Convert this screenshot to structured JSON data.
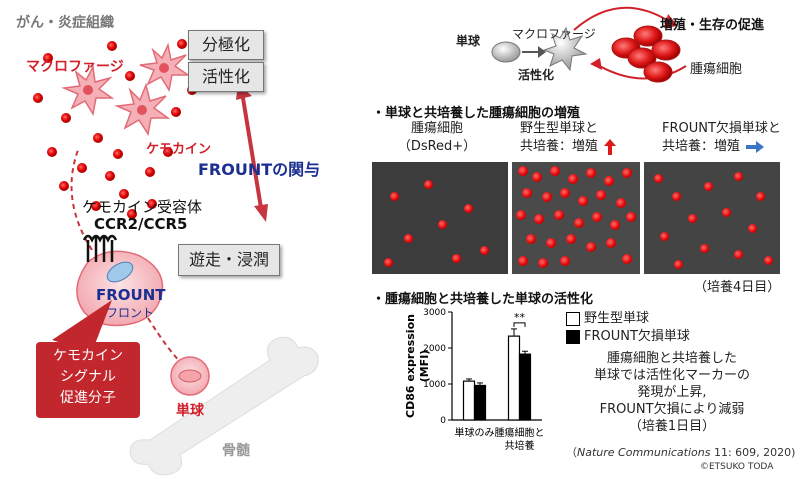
{
  "left": {
    "header": "がん・炎症組織",
    "macrophage": "マクロファージ",
    "polarization": "分極化",
    "activation": "活性化",
    "chemokine": "ケモカイン",
    "frount_role": "FROUNTの関与",
    "receptor_label": "ケモカイン受容体",
    "receptor_name": "CCR2/CCR5",
    "migration": "遊走・浸潤",
    "frount_en": "FROUNT",
    "frount_kana": "フロント",
    "signal_line1": "ケモカイン",
    "signal_line2": "シグナル",
    "signal_line3": "促進分子",
    "monocyte": "単球",
    "bone_marrow": "骨髄"
  },
  "top_right": {
    "monocyte": "単球",
    "macrophage": "マクロファージ",
    "activation": "活性化",
    "proliferation": "増殖・生存の促進",
    "tumor_cell": "腫瘍細胞"
  },
  "coculture": {
    "heading": "・単球と共培養した腫瘍細胞の増殖",
    "panel1_line1": "腫瘍細胞",
    "panel1_line2": "（DsRed+）",
    "panel2_line1": "野生型単球と",
    "panel2_line2": "共培養：増殖",
    "panel3_line1": "FROUNT欠損単球と",
    "panel3_line2": "共培養：増殖",
    "culture_days": "（培養4日目）"
  },
  "activation_section": {
    "heading": "・腫瘍細胞と共培養した単球の活性化",
    "legend_wt": "野生型単球",
    "legend_ko": "FROUNT欠損単球",
    "note_line1": "腫瘍細胞と共培養した",
    "note_line2": "単球では活性化マーカーの",
    "note_line3": "発現が上昇,",
    "note_line4": "FROUNT欠損により減弱",
    "note_line5": "（培養1日目）",
    "citation_journal": "Nature Communications",
    "citation_rest": " 11: 609, 2020)",
    "citation_open": "（",
    "copyright": "©ETSUKO TODA"
  },
  "chart_data": {
    "type": "bar",
    "ylabel": "CD86 expression (MFI)",
    "ylim": [
      0,
      3000
    ],
    "yticks": [
      0,
      1000,
      2000,
      3000
    ],
    "categories": [
      "単球のみ",
      "腫瘍細胞と共培養"
    ],
    "series": [
      {
        "name": "野生型単球",
        "values": [
          1080,
          2330
        ],
        "errors": [
          60,
          200
        ],
        "color": "#ffffff"
      },
      {
        "name": "FROUNT欠損単球",
        "values": [
          960,
          1830
        ],
        "errors": [
          70,
          80
        ],
        "color": "#000000"
      }
    ],
    "significance": "**"
  }
}
